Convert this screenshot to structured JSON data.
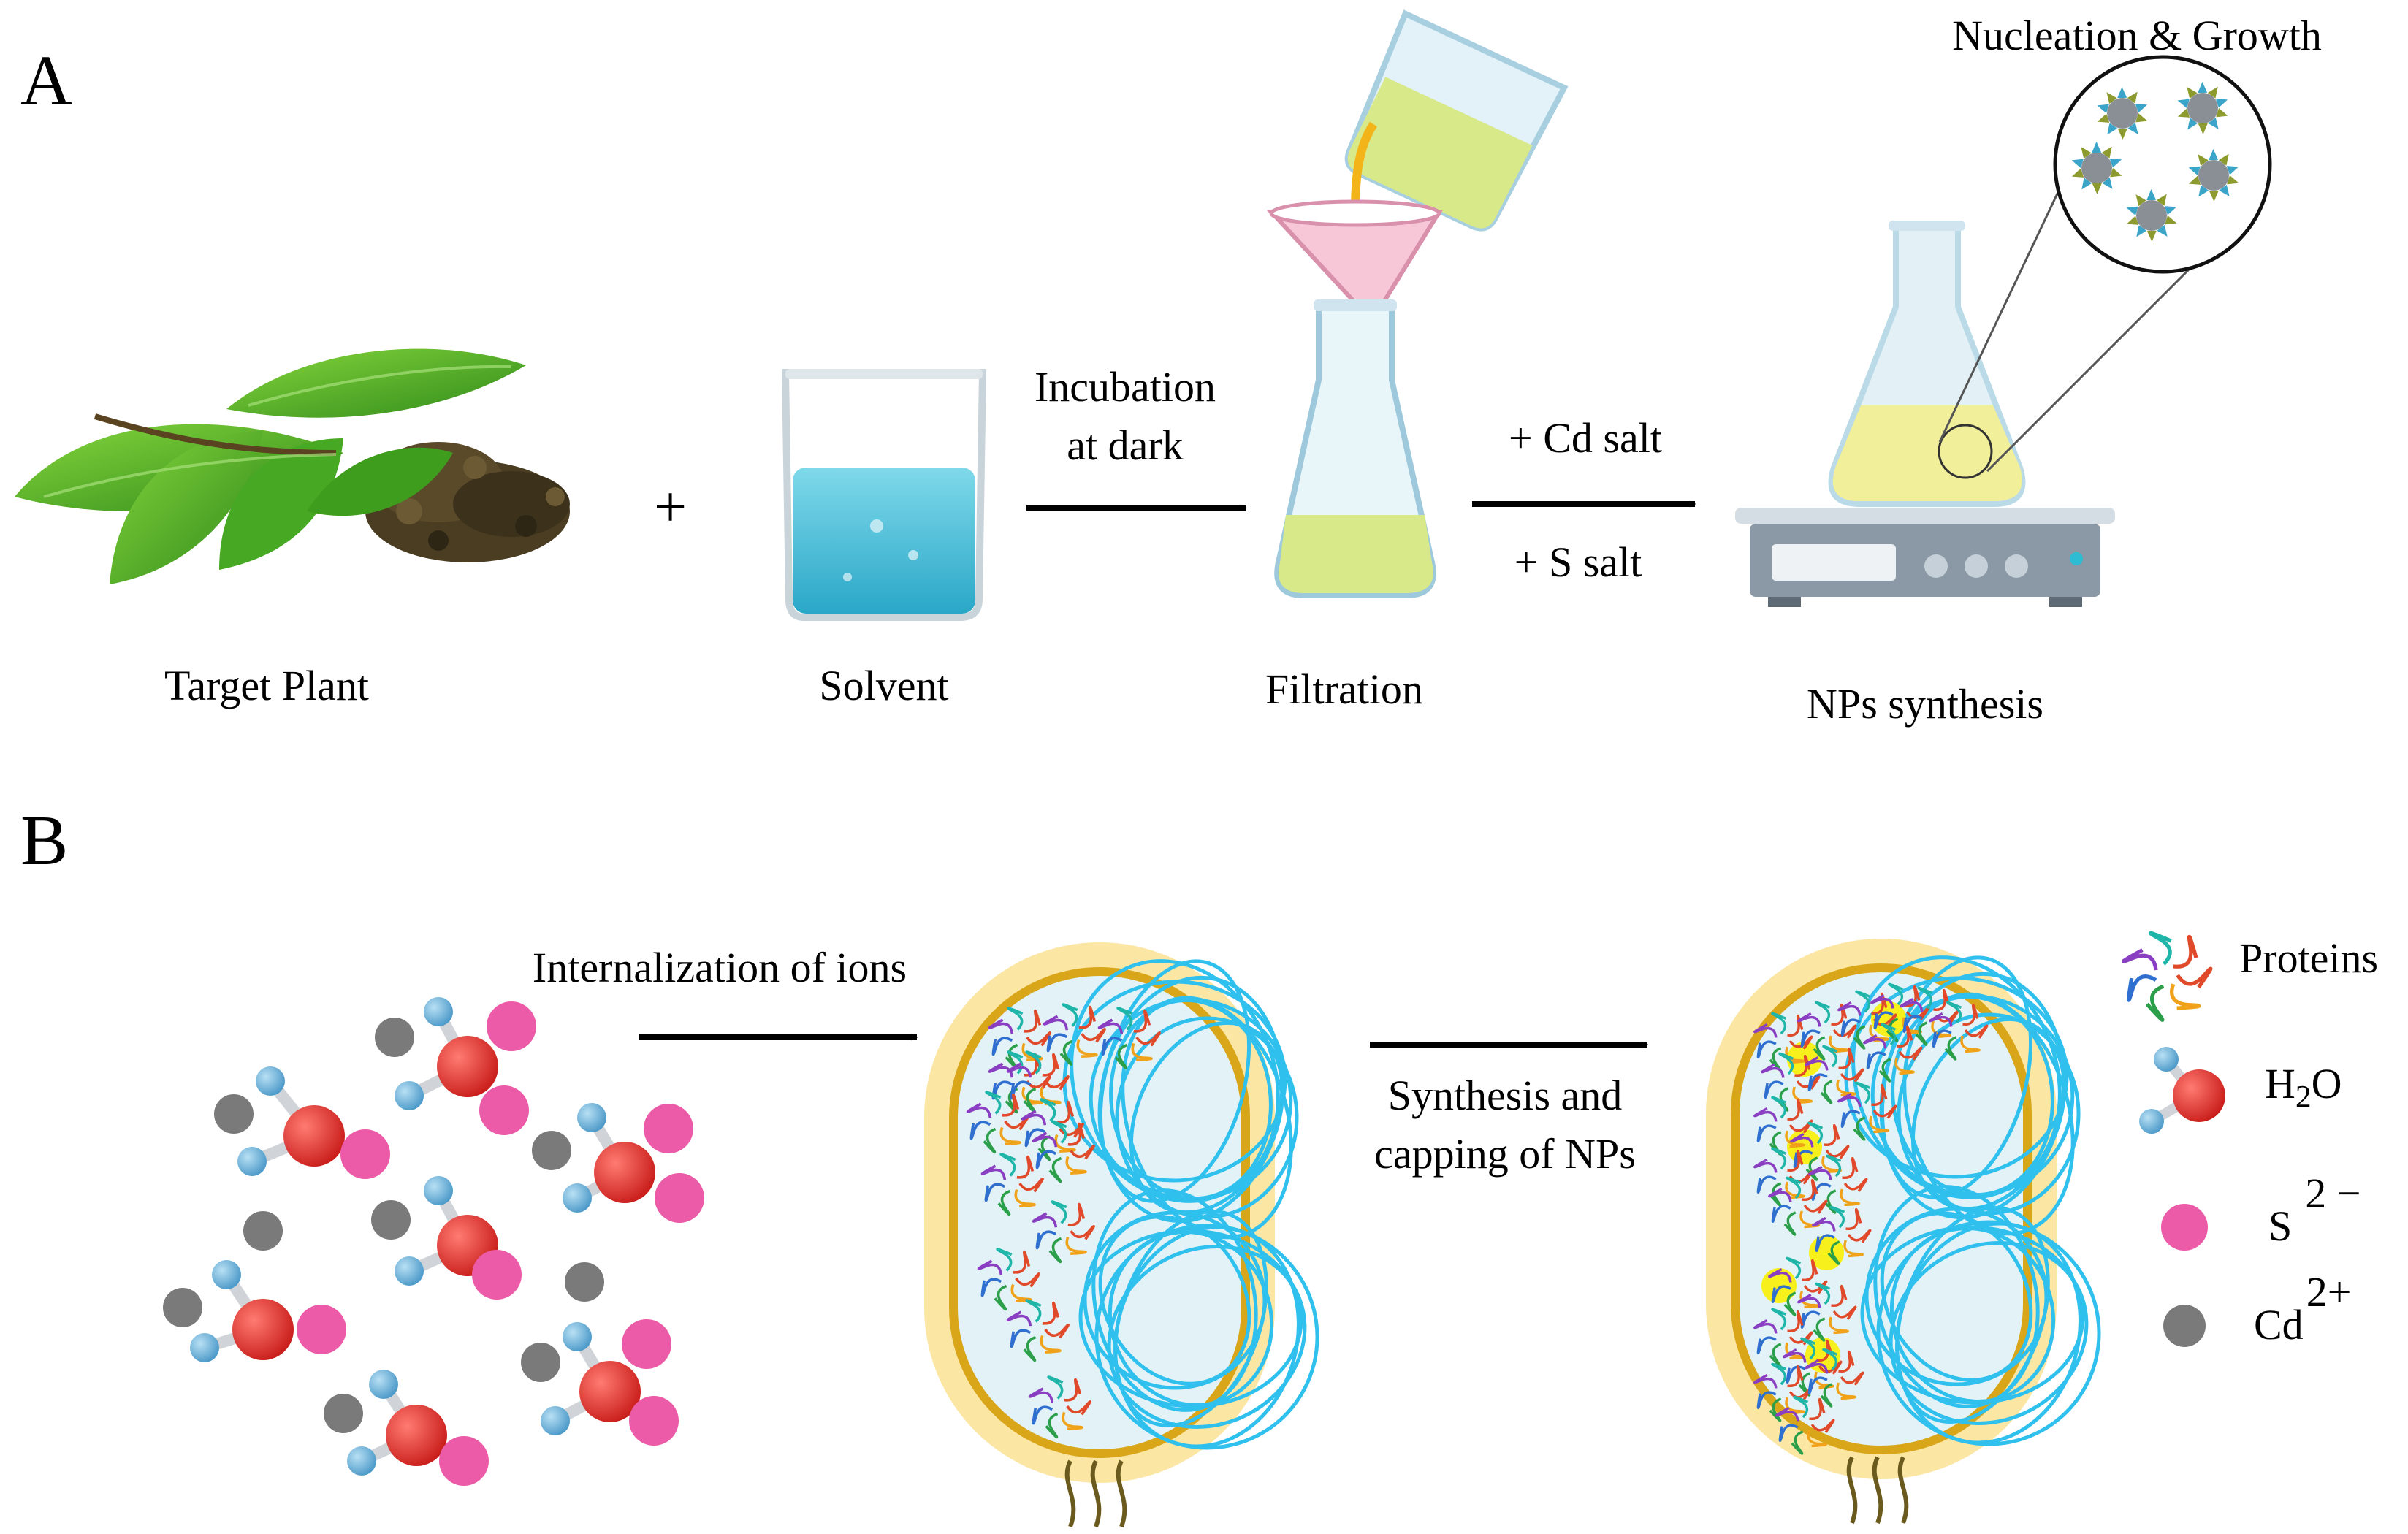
{
  "panel_a": {
    "letter": "A",
    "plus": "+",
    "labels": {
      "plant": "Target Plant",
      "solvent": "Solvent",
      "filtration": "Filtration",
      "synthesis": "NPs synthesis",
      "nucleation": "Nucleation & Growth"
    },
    "arrow1": {
      "line1": "Incubation",
      "line2": "at dark"
    },
    "arrow2": {
      "top": "+ Cd salt",
      "bottom": "+ S salt"
    }
  },
  "panel_b": {
    "letter": "B",
    "arrow1": "Internalization of ions",
    "arrow2": {
      "line1": "Synthesis and",
      "line2": "capping of NPs"
    },
    "legend": {
      "proteins": "Proteins",
      "water_base": "H",
      "water_sub": "2",
      "water_end": "O",
      "sulfide_base": "S",
      "sulfide_sup": "2 −",
      "cadmium_base": "Cd",
      "cadmium_sup": "2+"
    }
  },
  "colors": {
    "leaf": "#5fbf2b",
    "leaf_dark": "#2f8a1a",
    "tea_dry": "#4a3d22",
    "solvent": "#4fc4dc",
    "extract": "#d8e98a",
    "np_solution": "#f1ef9a",
    "oxygen": "#e8312f",
    "hydrogen": "#6fb6dd",
    "sulfide": "#ec5ba8",
    "cadmium": "#7a7a7a",
    "cell_wall": "#d9a61a",
    "cell_outer": "#fbe6a4",
    "cytoplasm": "#e2f2f6",
    "dna": "#2fc0ee",
    "cds_np": "#f7f01c"
  }
}
